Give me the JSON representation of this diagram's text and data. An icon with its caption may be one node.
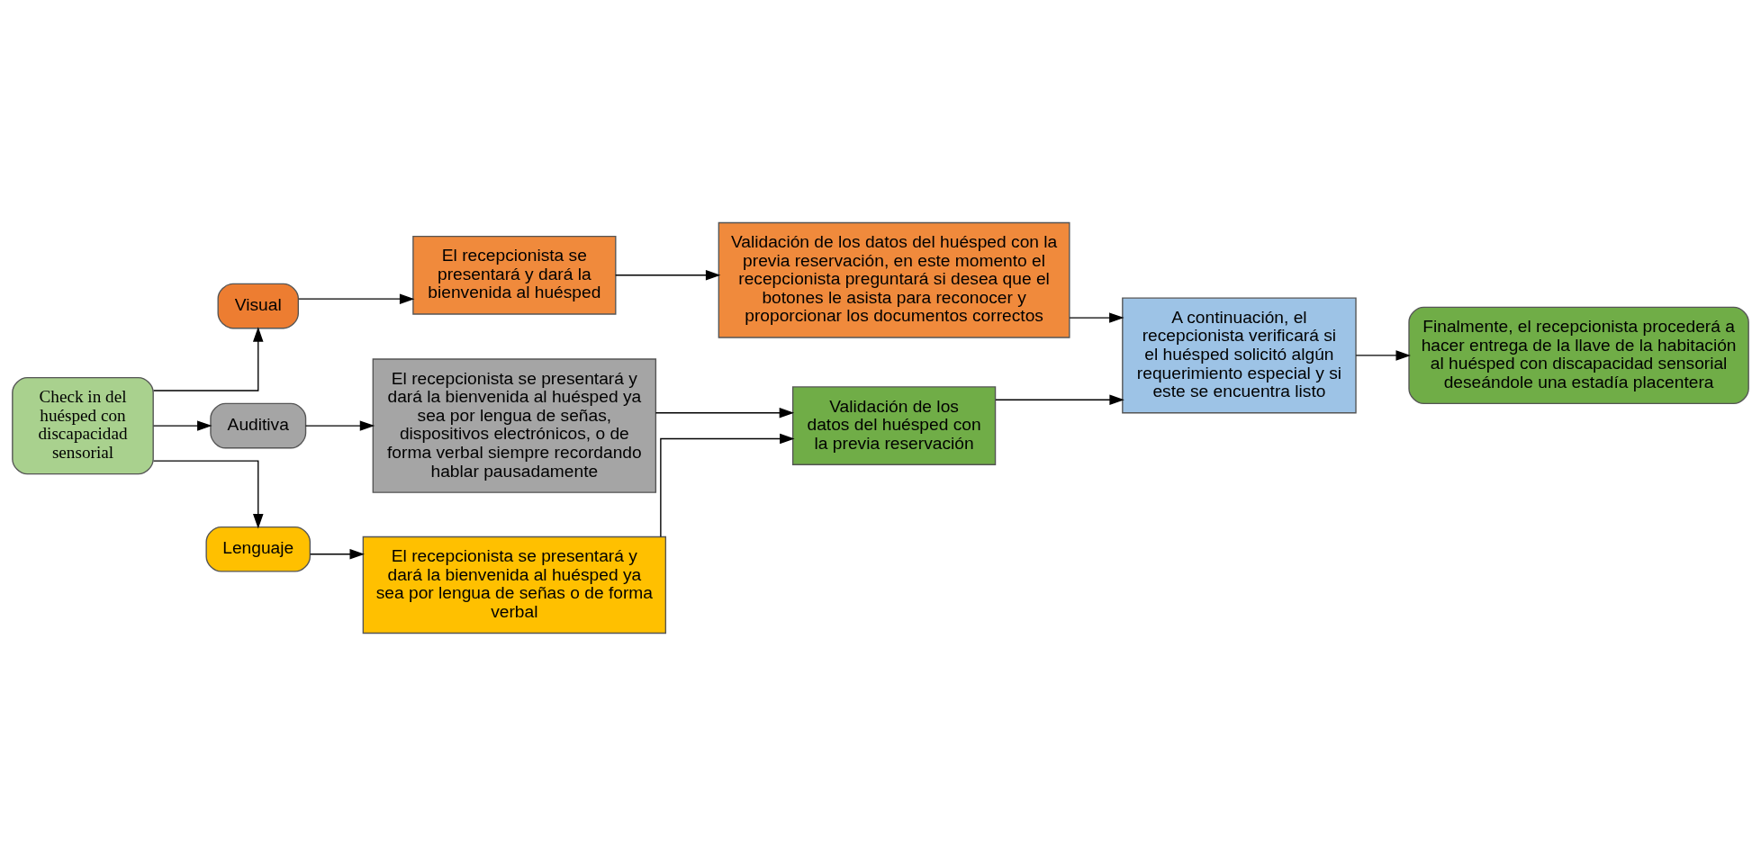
{
  "diagram": {
    "nodes": [
      {
        "text": [
          "Check in del huésped con discapacidad sensorial"
        ]
      },
      {
        "text": [
          "Visual"
        ]
      },
      {
        "text": [
          "Auditiva"
        ]
      },
      {
        "text": [
          "Lenguaje"
        ]
      },
      {
        "text": [
          "El recepcionista se presentará y dará la bienvenida al huésped"
        ]
      },
      {
        "text": [
          "Validación de los datos del huésped con la previa reservación, en este momento el recepcionista preguntará si desea que el botones le asista para reconocer y proporcionar los documentos correctos"
        ]
      },
      {
        "text": [
          "El recepcionista se presentará y dará la bienvenida al huésped ya sea por lengua de señas, dispositivos electrónicos, o de forma verbal siempre recordando hablar pausadamente"
        ]
      },
      {
        "text": [
          "El recepcionista se presentará y dará la bienvenida al huésped ya sea por lengua de señas o de forma verbal"
        ]
      },
      {
        "text": [
          "Validación de los datos del huésped con la previa reservación"
        ]
      },
      {
        "text": [
          "A continuación, el recepcionista verificará si el huésped solicitó algún requerimiento especial y si este se encuentra listo"
        ]
      },
      {
        "text": [
          "Finalmente, el recepcionista procederá a hacer entrega de la llave de la habitación al huésped con discapacidad sensorial deseándole una estadía placentera"
        ]
      }
    ],
    "edges": [
      {
        "from": 0,
        "to": 1,
        "arrow": "to"
      },
      {
        "from": 0,
        "to": 2,
        "arrow": "to"
      },
      {
        "from": 0,
        "to": 3,
        "arrow": "to"
      },
      {
        "from": 1,
        "to": 4,
        "arrow": "to"
      },
      {
        "from": 4,
        "to": 5,
        "arrow": "to"
      },
      {
        "from": 2,
        "to": 6,
        "arrow": "to"
      },
      {
        "from": 3,
        "to": 7,
        "arrow": "to"
      },
      {
        "from": 6,
        "to": 8,
        "arrow": "to"
      },
      {
        "from": 7,
        "to": 8,
        "arrow": "to"
      },
      {
        "from": 5,
        "to": 9,
        "arrow": "to"
      },
      {
        "from": 8,
        "to": 9,
        "arrow": "to"
      },
      {
        "from": 9,
        "to": 10,
        "arrow": "to"
      }
    ]
  }
}
